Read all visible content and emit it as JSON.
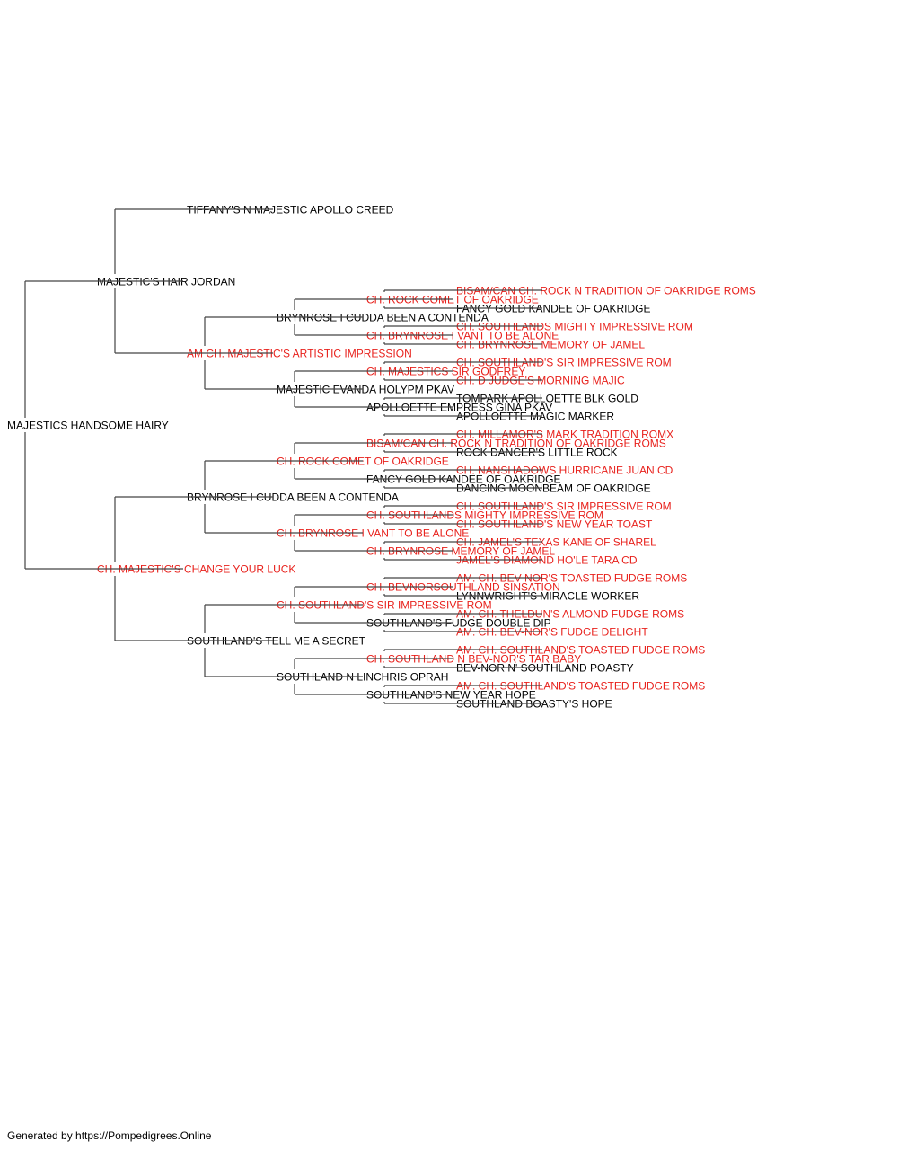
{
  "colors": {
    "champion": "#e8211c",
    "regular": "#000000",
    "line": "#444444"
  },
  "pedigree": {
    "name": "MAJESTICS HANDSOME HAIRY",
    "champion": false,
    "sire": {
      "name": "MAJESTIC'S HAIR JORDAN",
      "champion": false,
      "sire": {
        "name": "TIFFANY'S N MAJESTIC APOLLO CREED",
        "champion": false
      },
      "dam": {
        "name": "AM CH. MAJESTIC'S ARTISTIC IMPRESSION",
        "champion": true,
        "sire": {
          "name": "BRYNROSE I CUDDA BEEN A CONTENDA",
          "champion": false,
          "sire": {
            "name": "CH. ROCK COMET OF OAKRIDGE",
            "champion": true,
            "sire": {
              "name": "BISAM/CAN CH. ROCK N TRADITION OF OAKRIDGE ROMS",
              "champion": true
            },
            "dam": {
              "name": "FANCY GOLD KANDEE OF OAKRIDGE",
              "champion": false
            }
          },
          "dam": {
            "name": "CH. BRYNROSE I VANT TO BE ALONE",
            "champion": true,
            "sire": {
              "name": "CH. SOUTHLANDS MIGHTY IMPRESSIVE ROM",
              "champion": true
            },
            "dam": {
              "name": "CH. BRYNROSE MEMORY OF JAMEL",
              "champion": true
            }
          }
        },
        "dam": {
          "name": "MAJESTIC EVANDA HOLYPM PKAV",
          "champion": false,
          "sire": {
            "name": "CH. MAJESTICS SIR GODFREY",
            "champion": true,
            "sire": {
              "name": "CH. SOUTHLAND'S SIR IMPRESSIVE ROM",
              "champion": true
            },
            "dam": {
              "name": "CH. D JUDGE'S MORNING MAJIC",
              "champion": true
            }
          },
          "dam": {
            "name": "APOLLOETTE EMPRESS GINA PKAV",
            "champion": false,
            "sire": {
              "name": "TOMPARK APOLLOETTE BLK GOLD",
              "champion": false
            },
            "dam": {
              "name": "APOLLOETTE MAGIC MARKER",
              "champion": false
            }
          }
        }
      }
    },
    "dam": {
      "name": "CH. MAJESTIC'S CHANGE YOUR LUCK",
      "champion": true,
      "sire": {
        "name": "BRYNROSE I CUDDA BEEN A CONTENDA",
        "champion": false,
        "sire": {
          "name": "CH. ROCK COMET OF OAKRIDGE",
          "champion": true,
          "sire": {
            "name": "BISAM/CAN CH. ROCK N TRADITION OF OAKRIDGE ROMS",
            "champion": true,
            "sire": {
              "name": "CH. MILLAMOR'S MARK TRADITION ROMX",
              "champion": true
            },
            "dam": {
              "name": "ROCK DANCER'S LITTLE ROCK",
              "champion": false
            }
          },
          "dam": {
            "name": "FANCY GOLD KANDEE OF OAKRIDGE",
            "champion": false,
            "sire": {
              "name": "CH. NANSHADOWS HURRICANE JUAN CD",
              "champion": true
            },
            "dam": {
              "name": "DANCING MOONBEAM OF OAKRIDGE",
              "champion": false
            }
          }
        },
        "dam": {
          "name": "CH. BRYNROSE I VANT TO BE ALONE",
          "champion": true,
          "sire": {
            "name": "CH. SOUTHLANDS MIGHTY IMPRESSIVE ROM",
            "champion": true,
            "sire": {
              "name": "CH. SOUTHLAND'S SIR IMPRESSIVE ROM",
              "champion": true
            },
            "dam": {
              "name": "CH. SOUTHLAND'S NEW YEAR TOAST",
              "champion": true
            }
          },
          "dam": {
            "name": "CH. BRYNROSE MEMORY OF JAMEL",
            "champion": true,
            "sire": {
              "name": "CH. JAMEL'S TEXAS KANE OF SHAREL",
              "champion": true
            },
            "dam": {
              "name": "JAMEL'S DIAMOND HO'LE TARA CD",
              "champion": true
            }
          }
        }
      },
      "dam": {
        "name": "SOUTHLAND'S TELL ME A SECRET",
        "champion": false,
        "sire": {
          "name": "CH. SOUTHLAND'S SIR IMPRESSIVE ROM",
          "champion": true,
          "sire": {
            "name": "CH. BEVNORSOUTHLAND SINSATION",
            "champion": true,
            "sire": {
              "name": "AM. CH. BEV-NOR'S TOASTED FUDGE ROMS",
              "champion": true
            },
            "dam": {
              "name": "LYNNWRIGHT'S MIRACLE WORKER",
              "champion": false
            }
          },
          "dam": {
            "name": "SOUTHLAND'S FUDGE DOUBLE DIP",
            "champion": false,
            "sire": {
              "name": "AM. CH. THELDUN'S ALMOND FUDGE ROMS",
              "champion": true
            },
            "dam": {
              "name": "AM. CH. BEV-NOR'S FUDGE DELIGHT",
              "champion": true
            }
          }
        },
        "dam": {
          "name": "SOUTHLAND N LINCHRIS OPRAH",
          "champion": false,
          "sire": {
            "name": "CH. SOUTHLAND N BEV-NOR'S TAR BABY",
            "champion": true,
            "sire": {
              "name": "AM. CH. SOUTHLAND'S TOASTED FUDGE ROMS",
              "champion": true
            },
            "dam": {
              "name": "BEV-NOR N' SOUTHLAND POASTY",
              "champion": false
            }
          },
          "dam": {
            "name": "SOUTHLAND'S NEW YEAR HOPE",
            "champion": false,
            "sire": {
              "name": "AM. CH. SOUTHLAND'S TOASTED FUDGE ROMS",
              "champion": true
            },
            "dam": {
              "name": "SOUTHLAND BOASTY'S HOPE",
              "champion": false
            }
          }
        }
      }
    }
  },
  "footer": "Generated by https://Pompedigrees.Online"
}
